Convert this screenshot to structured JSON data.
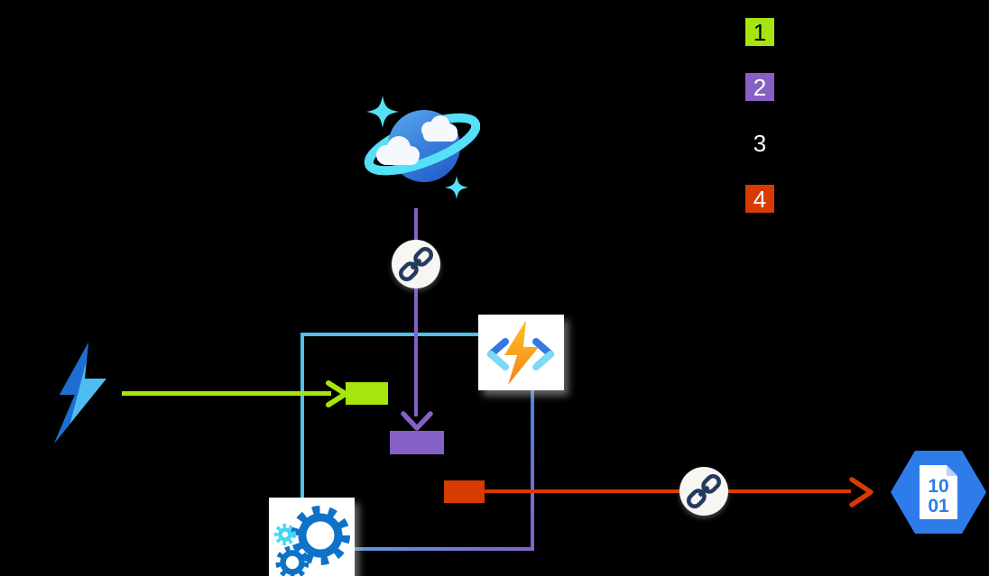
{
  "diagram": {
    "title": "azure-serverless-data-flow-diagram",
    "background": "#000000",
    "legend": {
      "items": [
        {
          "number": "1",
          "box_color": "#A6E50D",
          "text_color": "#000000"
        },
        {
          "number": "2",
          "box_color": "#8661C5",
          "text_color": "#FFFFFF"
        },
        {
          "number": "3",
          "box_color": "",
          "text_color": "#FFFFFF"
        },
        {
          "number": "4",
          "box_color": "#D83B01",
          "text_color": "#FFFFFF"
        }
      ]
    },
    "nodes": [
      {
        "id": "cosmos-db",
        "icon": "cosmos-db-planet-icon"
      },
      {
        "id": "link-top",
        "icon": "chain-link-icon"
      },
      {
        "id": "functions",
        "icon": "azure-functions-icon"
      },
      {
        "id": "event-bolt",
        "icon": "lightning-bolt-icon"
      },
      {
        "id": "gears",
        "icon": "gears-icon"
      },
      {
        "id": "link-right",
        "icon": "chain-link-icon"
      },
      {
        "id": "binary-file",
        "icon": "binary-document-hexagon-icon",
        "text_lines": [
          "10",
          "01"
        ]
      }
    ],
    "connectors": [
      {
        "id": "step-1",
        "color": "#A6E50D",
        "style": "arrow-right-with-marker"
      },
      {
        "id": "step-2",
        "color": "#8661C5",
        "style": "arrow-down-with-marker"
      },
      {
        "id": "step-3",
        "color": "#53BEEA",
        "style": "elbow"
      },
      {
        "id": "step-4",
        "color": "#D83B01",
        "style": "arrow-right-with-marker"
      },
      {
        "id": "functions-to-gears",
        "gradient_colors": [
          "#4C86DE",
          "#8661C5",
          "#5B9BD8"
        ],
        "style": "elbow"
      }
    ],
    "icon_colors": {
      "planet_blue": "#2E6BD0",
      "ring_cyan": "#55E0F7",
      "chain_navy": "#243A5E",
      "bolt_yellow": "#FFC21E",
      "bolt_orange": "#F5821E",
      "bracket_blue": "#3579DE",
      "bracket_cyan": "#7CD9F7",
      "gear_blue": "#0E72C8",
      "gear_cyan": "#44D7F4",
      "hexagon_blue": "#2E7CEA",
      "event_bolt_dark": "#1C6FD0",
      "event_bolt_light": "#4FBCF2"
    }
  }
}
